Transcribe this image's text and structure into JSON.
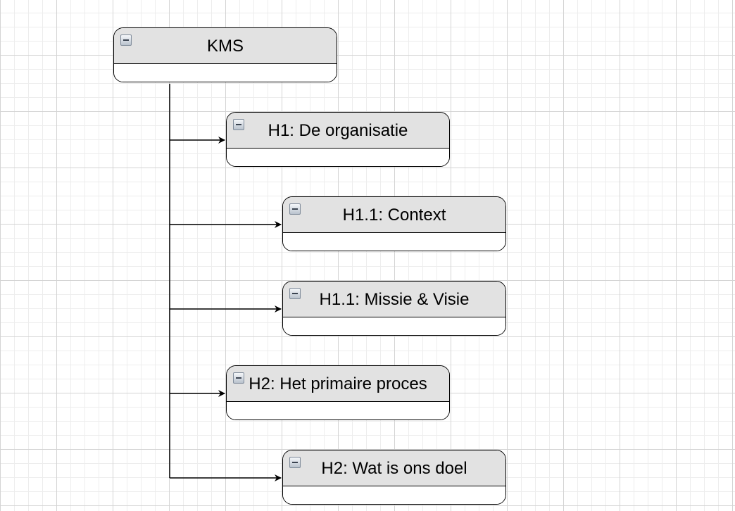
{
  "diagram": {
    "root": {
      "label": "KMS"
    },
    "children": [
      {
        "label": "H1: De organisatie"
      },
      {
        "label": "H1.1: Context"
      },
      {
        "label": "H1.1: Missie & Visie"
      },
      {
        "label": "H2: Het primaire proces"
      },
      {
        "label": "H2: Wat is ons doel"
      }
    ],
    "colors": {
      "node_header": "#e2e2e2",
      "node_border": "#000000",
      "connector": "#000000",
      "grid": "#d4d4d4"
    },
    "icons": {
      "collapse": "collapse-minus-icon"
    }
  }
}
